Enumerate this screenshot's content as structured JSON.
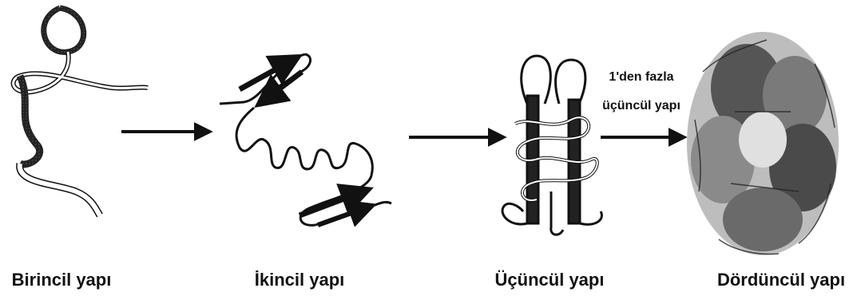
{
  "stages": [
    {
      "label": "Birincil yapı"
    },
    {
      "label": "İkincil yapı"
    },
    {
      "label": "Üçüncül yapı"
    },
    {
      "label": "Dördüncül yapı"
    }
  ],
  "transition_note": {
    "line1": "1'den fazla",
    "line2": "üçüncül yapı"
  }
}
